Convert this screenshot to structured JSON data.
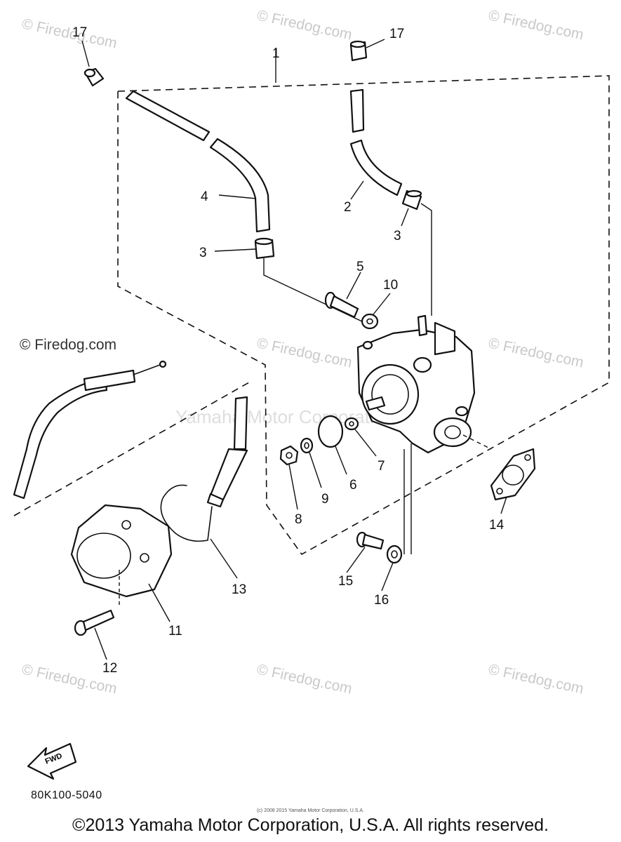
{
  "diagram": {
    "part_labels": {
      "p1": "1",
      "p2": "2",
      "p3a": "3",
      "p3b": "3",
      "p4": "4",
      "p5": "5",
      "p6": "6",
      "p7": "7",
      "p8": "8",
      "p9": "9",
      "p10": "10",
      "p11": "11",
      "p12": "12",
      "p13": "13",
      "p14": "14",
      "p15": "15",
      "p16": "16",
      "p17a": "17",
      "p17b": "17"
    },
    "fwd_label": "FWD",
    "watermark": "© Firedog.com",
    "center_watermark": "Yamaha Motor Corporation, U.S.A."
  },
  "footer": {
    "drawing_code": "80K100-5040",
    "small_notice": "(c) 2008 2015 Yamaha Motor Corporation, U.S.A.",
    "copyright": "©2013 Yamaha Motor Corporation, U.S.A. All rights reserved."
  }
}
